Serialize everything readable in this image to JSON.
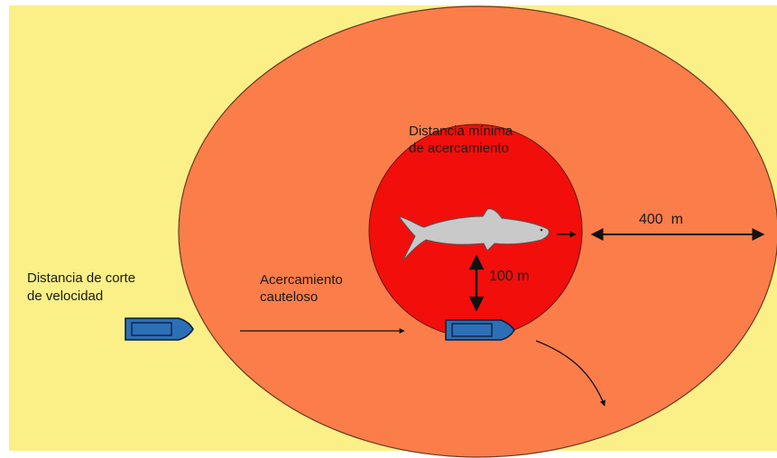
{
  "colors": {
    "background": "#fbef88",
    "outer_zone": "#fb7d4a",
    "inner_zone": "#f20e0b",
    "whale": "#c9c9c9",
    "boat_hull": "#2d6fb6",
    "arrow": "#111111"
  },
  "labels": {
    "min_distance_line1": "Distancia mínima",
    "min_distance_line2": "de acercamiento",
    "cutoff_line1": "Distancia de corte",
    "cutoff_line2": "de velocidad",
    "cautious_line1": "Acercamiento",
    "cautious_line2": "cauteloso",
    "dist_400": "400  m",
    "dist_100": "100 m"
  },
  "icons": {
    "whale": "whale-icon",
    "boat": "boat-icon"
  }
}
